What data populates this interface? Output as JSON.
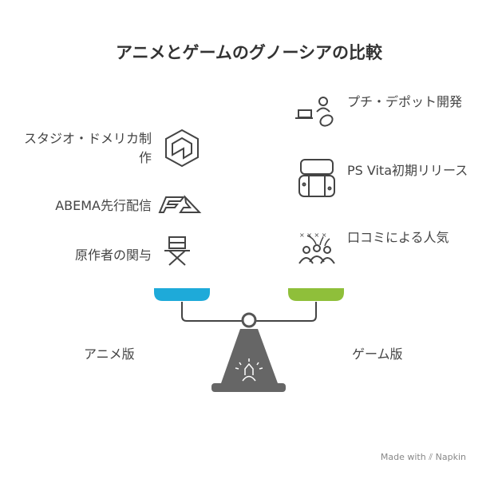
{
  "title": "アニメとゲームのグノーシアの比較",
  "left": {
    "label": "アニメ版",
    "color": "#1eaad9",
    "items": [
      "スタジオ・ドメリカ制作",
      "ABEMA先行配信",
      "原作者の関与"
    ]
  },
  "right": {
    "label": "ゲーム版",
    "color": "#8fbf3a",
    "items": [
      "プチ・デポット開発",
      "PS Vita初期リリース",
      "口コミによる人気"
    ]
  },
  "footer": {
    "made_with": "Made with",
    "brand": "Napkin"
  }
}
